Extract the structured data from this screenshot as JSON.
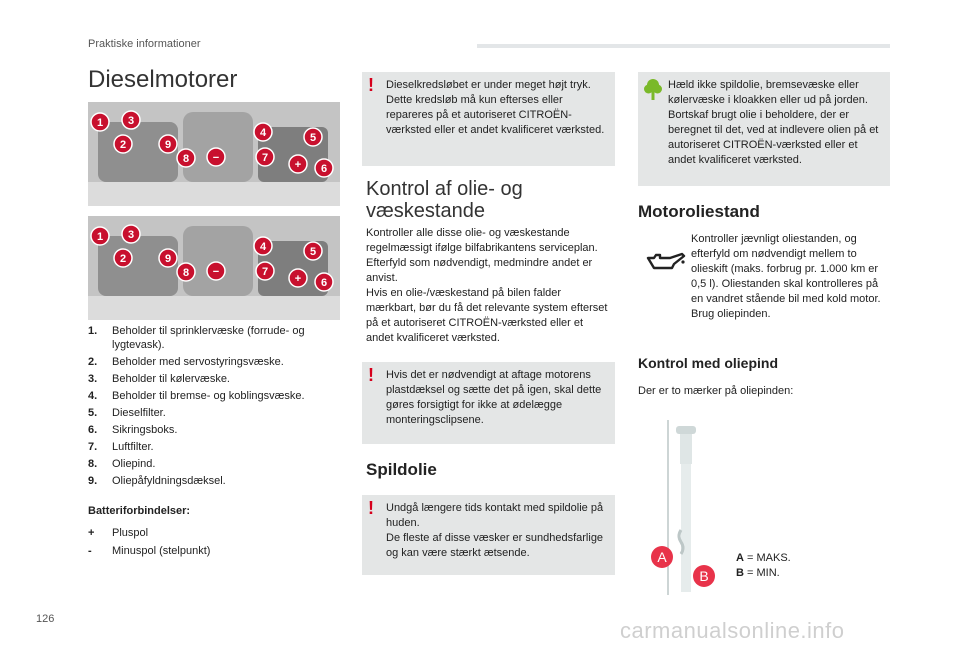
{
  "header": {
    "section": "Praktiske informationer"
  },
  "page_title": "Dieselmotorer",
  "photo_markers": [
    "1",
    "3",
    "2",
    "9",
    "8",
    "−",
    "4",
    "5",
    "7",
    "+",
    "6"
  ],
  "items": [
    {
      "n": "1.",
      "text": "Beholder til sprinklervæske (forrude- og lygtevask)."
    },
    {
      "n": "2.",
      "text": "Beholder med servostyringsvæske."
    },
    {
      "n": "3.",
      "text": "Beholder til kølervæske."
    },
    {
      "n": "4.",
      "text": "Beholder til bremse- og koblingsvæske."
    },
    {
      "n": "5.",
      "text": "Dieselfilter."
    },
    {
      "n": "6.",
      "text": "Sikringsboks."
    },
    {
      "n": "7.",
      "text": "Luftfilter."
    },
    {
      "n": "8.",
      "text": "Oliepind."
    },
    {
      "n": "9.",
      "text": "Oliepåfyldningsdæksel."
    }
  ],
  "battery": {
    "heading": "Batteriforbindelser:",
    "plus_symbol": "+",
    "plus": "Pluspol",
    "minus_symbol": "-",
    "minus": "Minuspol (stelpunkt)"
  },
  "warning_high_pressure": "Dieselkredsløbet er under meget højt tryk. Dette kredsløb må kun efterses eller repareres på et autoriseret CITROËN-værksted eller et andet kvalificeret værksted.",
  "check_section": {
    "title_line1": "Kontrol af olie- og",
    "title_line2": "væskestande",
    "body": "Kontroller alle disse olie- og væskestande regelmæssigt ifølge bilfabrikantens serviceplan. Efterfyld som nødvendigt, medmindre andet er anvist.\nHvis en olie-/væskestand på bilen falder mærkbart, bør du få det relevante system efterset på et autoriseret CITROËN-værksted eller et andet kvalificeret værksted.",
    "warning": "Hvis det er nødvendigt at aftage motorens plastdæksel og sætte det på igen, skal dette gøres forsigtigt for ikke at ødelægge monteringsclipsene."
  },
  "spill_section": {
    "title": "Spildolie",
    "warning": "Undgå længere tids kontakt med spildolie på huden.\nDe fleste af disse væsker er sundhedsfarlige og kan være stærkt ætsende."
  },
  "eco_note": "Hæld ikke spildolie, bremsevæske eller kølervæske i kloakken eller ud på jorden. Bortskaf brugt olie i beholdere, der er beregnet til det, ved at indlevere olien på et autoriseret CITROËN-værksted eller et andet kvalificeret værksted.",
  "oil_level": {
    "title": "Motoroliestand",
    "body": "Kontroller jævnligt oliestanden, og efterfyld om nødvendigt mellem to olieskift (maks. forbrug pr. 1.000 km er 0,5 l). Oliestanden skal kontrolleres på en vandret stående bil med kold motor. Brug oliepinden."
  },
  "dipstick": {
    "title": "Kontrol med oliepind",
    "body": "Der er to mærker på oliepinden:",
    "label_a": "A",
    "label_b": "B",
    "a_key": "A",
    "a_text": " = MAKS.",
    "b_key": "B",
    "b_text": " = MIN."
  },
  "page_number": "126",
  "watermark": "carmanualsonline.info",
  "colors": {
    "warning": "#d6001c",
    "box_bg": "#e4e6e6",
    "eco_green": "#7ab929",
    "marker_red": "#c8102e",
    "dipstick_marker": "#e8334a"
  }
}
